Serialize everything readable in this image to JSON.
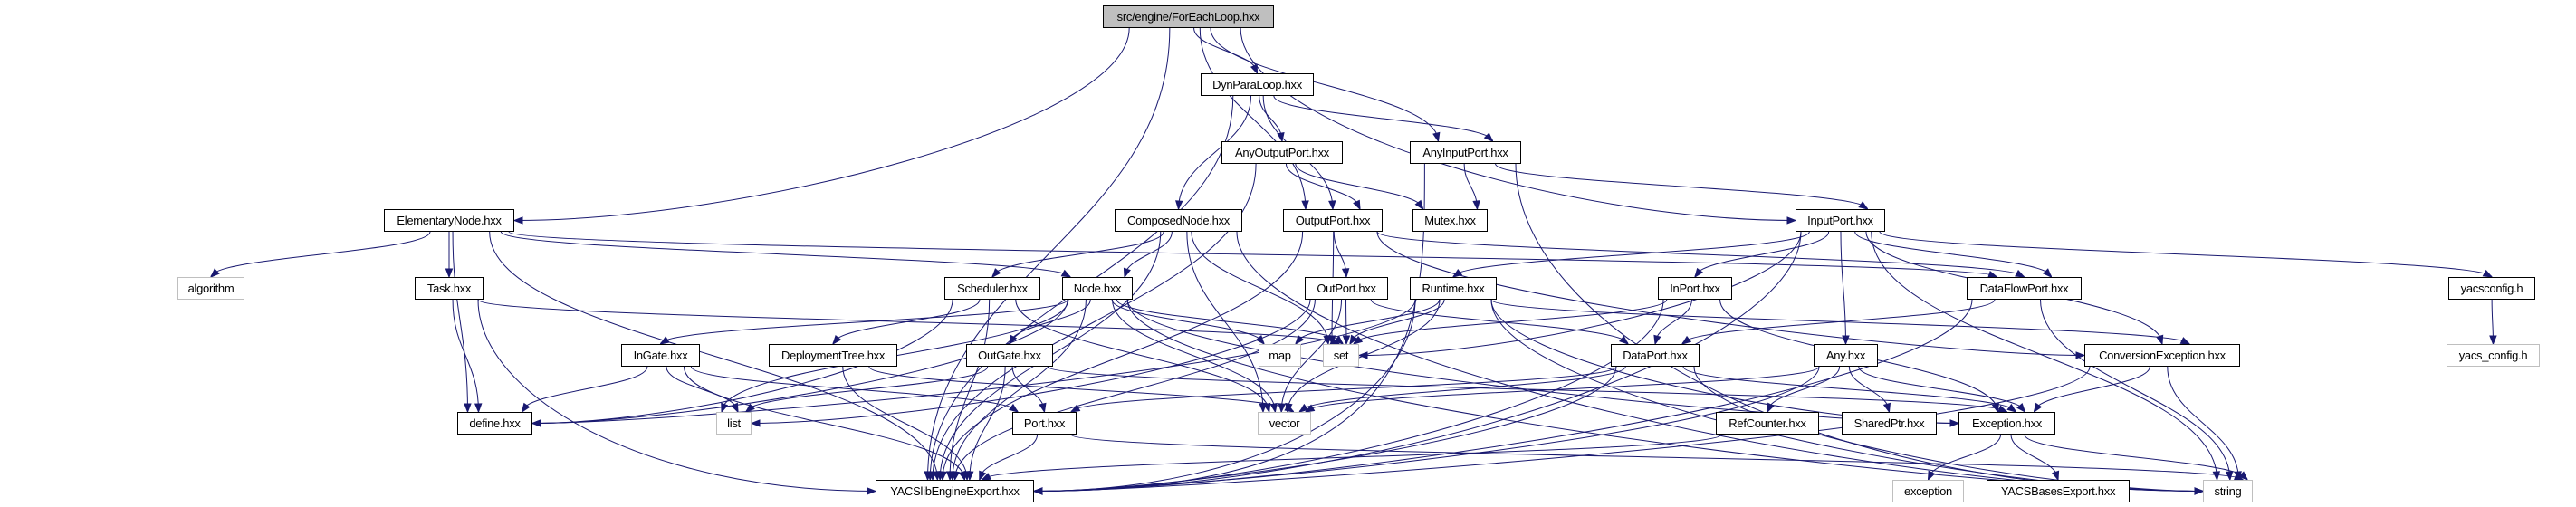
{
  "graph": {
    "title": "src/engine/ForEachLoop.hxx include dependency graph",
    "colors": {
      "edge": "#191970",
      "root_fill": "#bfbfbf",
      "node_border": "#000000",
      "external_border": "#bfbfbf"
    },
    "nodes": [
      {
        "id": "ForEachLoop",
        "label": "src/engine/ForEachLoop.hxx",
        "kind": "root"
      },
      {
        "id": "DynParaLoop",
        "label": "DynParaLoop.hxx",
        "kind": "documented"
      },
      {
        "id": "AnyOutputPort",
        "label": "AnyOutputPort.hxx",
        "kind": "documented"
      },
      {
        "id": "AnyInputPort",
        "label": "AnyInputPort.hxx",
        "kind": "documented"
      },
      {
        "id": "ElementaryNode",
        "label": "ElementaryNode.hxx",
        "kind": "documented"
      },
      {
        "id": "ComposedNode",
        "label": "ComposedNode.hxx",
        "kind": "documented"
      },
      {
        "id": "OutputPort",
        "label": "OutputPort.hxx",
        "kind": "documented"
      },
      {
        "id": "Mutex",
        "label": "Mutex.hxx",
        "kind": "documented"
      },
      {
        "id": "InputPort",
        "label": "InputPort.hxx",
        "kind": "documented"
      },
      {
        "id": "algorithm",
        "label": "algorithm",
        "kind": "external"
      },
      {
        "id": "Task",
        "label": "Task.hxx",
        "kind": "documented"
      },
      {
        "id": "Scheduler",
        "label": "Scheduler.hxx",
        "kind": "documented"
      },
      {
        "id": "Node",
        "label": "Node.hxx",
        "kind": "documented"
      },
      {
        "id": "OutPort",
        "label": "OutPort.hxx",
        "kind": "documented"
      },
      {
        "id": "Runtime",
        "label": "Runtime.hxx",
        "kind": "documented"
      },
      {
        "id": "InPort",
        "label": "InPort.hxx",
        "kind": "documented"
      },
      {
        "id": "DataFlowPort",
        "label": "DataFlowPort.hxx",
        "kind": "documented"
      },
      {
        "id": "yacsconfig",
        "label": "yacsconfig.h",
        "kind": "documented"
      },
      {
        "id": "InGate",
        "label": "InGate.hxx",
        "kind": "documented"
      },
      {
        "id": "DeploymentTree",
        "label": "DeploymentTree.hxx",
        "kind": "documented"
      },
      {
        "id": "OutGate",
        "label": "OutGate.hxx",
        "kind": "documented"
      },
      {
        "id": "map",
        "label": "map",
        "kind": "external"
      },
      {
        "id": "set",
        "label": "set",
        "kind": "external"
      },
      {
        "id": "DataPort",
        "label": "DataPort.hxx",
        "kind": "documented"
      },
      {
        "id": "Any",
        "label": "Any.hxx",
        "kind": "documented"
      },
      {
        "id": "ConversionException",
        "label": "ConversionException.hxx",
        "kind": "documented"
      },
      {
        "id": "yacs_config",
        "label": "yacs_config.h",
        "kind": "external"
      },
      {
        "id": "define",
        "label": "define.hxx",
        "kind": "documented"
      },
      {
        "id": "list",
        "label": "list",
        "kind": "external"
      },
      {
        "id": "Port",
        "label": "Port.hxx",
        "kind": "documented"
      },
      {
        "id": "vector",
        "label": "vector",
        "kind": "external"
      },
      {
        "id": "RefCounter",
        "label": "RefCounter.hxx",
        "kind": "documented"
      },
      {
        "id": "SharedPtr",
        "label": "SharedPtr.hxx",
        "kind": "documented"
      },
      {
        "id": "Exception",
        "label": "Exception.hxx",
        "kind": "documented"
      },
      {
        "id": "YACSlibEngineExport",
        "label": "YACSlibEngineExport.hxx",
        "kind": "documented"
      },
      {
        "id": "exception",
        "label": "exception",
        "kind": "external"
      },
      {
        "id": "YACSBasesExport",
        "label": "YACSBasesExport.hxx",
        "kind": "documented"
      },
      {
        "id": "string",
        "label": "string",
        "kind": "external"
      }
    ],
    "edges": [
      [
        "ForEachLoop",
        "DynParaLoop"
      ],
      [
        "ForEachLoop",
        "AnyInputPort"
      ],
      [
        "ForEachLoop",
        "ElementaryNode"
      ],
      [
        "ForEachLoop",
        "OutputPort"
      ],
      [
        "ForEachLoop",
        "InputPort"
      ],
      [
        "ForEachLoop",
        "YACSlibEngineExport"
      ],
      [
        "DynParaLoop",
        "AnyOutputPort"
      ],
      [
        "DynParaLoop",
        "AnyInputPort"
      ],
      [
        "DynParaLoop",
        "ComposedNode"
      ],
      [
        "DynParaLoop",
        "OutputPort"
      ],
      [
        "DynParaLoop",
        "YACSlibEngineExport"
      ],
      [
        "AnyOutputPort",
        "OutputPort"
      ],
      [
        "AnyOutputPort",
        "Mutex"
      ],
      [
        "AnyOutputPort",
        "YACSlibEngineExport"
      ],
      [
        "AnyInputPort",
        "InputPort"
      ],
      [
        "AnyInputPort",
        "Mutex"
      ],
      [
        "AnyInputPort",
        "YACSlibEngineExport"
      ],
      [
        "AnyInputPort",
        "string"
      ],
      [
        "ElementaryNode",
        "algorithm"
      ],
      [
        "ElementaryNode",
        "Task"
      ],
      [
        "ElementaryNode",
        "Node"
      ],
      [
        "ElementaryNode",
        "define"
      ],
      [
        "ElementaryNode",
        "YACSlibEngineExport"
      ],
      [
        "ElementaryNode",
        "DataFlowPort"
      ],
      [
        "ComposedNode",
        "Scheduler"
      ],
      [
        "ComposedNode",
        "Node"
      ],
      [
        "ComposedNode",
        "set"
      ],
      [
        "ComposedNode",
        "vector"
      ],
      [
        "ComposedNode",
        "YACSlibEngineExport"
      ],
      [
        "ComposedNode",
        "string"
      ],
      [
        "OutputPort",
        "OutPort"
      ],
      [
        "OutputPort",
        "set"
      ],
      [
        "OutputPort",
        "DataFlowPort"
      ],
      [
        "OutputPort",
        "ConversionException"
      ],
      [
        "OutputPort",
        "YACSlibEngineExport"
      ],
      [
        "InputPort",
        "InPort"
      ],
      [
        "InputPort",
        "DataFlowPort"
      ],
      [
        "InputPort",
        "Runtime"
      ],
      [
        "InputPort",
        "ConversionException"
      ],
      [
        "InputPort",
        "yacsconfig"
      ],
      [
        "InputPort",
        "Any"
      ],
      [
        "InputPort",
        "string"
      ],
      [
        "InputPort",
        "YACSlibEngineExport"
      ],
      [
        "InputPort",
        "set"
      ],
      [
        "Task",
        "define"
      ],
      [
        "Task",
        "YACSlibEngineExport"
      ],
      [
        "Task",
        "set"
      ],
      [
        "Scheduler",
        "DeploymentTree"
      ],
      [
        "Scheduler",
        "define"
      ],
      [
        "Scheduler",
        "vector"
      ],
      [
        "Scheduler",
        "YACSlibEngineExport"
      ],
      [
        "Node",
        "InGate"
      ],
      [
        "Node",
        "OutGate"
      ],
      [
        "Node",
        "map"
      ],
      [
        "Node",
        "set"
      ],
      [
        "Node",
        "list"
      ],
      [
        "Node",
        "vector"
      ],
      [
        "Node",
        "define"
      ],
      [
        "Node",
        "Exception"
      ],
      [
        "Node",
        "string"
      ],
      [
        "Node",
        "YACSlibEngineExport"
      ],
      [
        "OutPort",
        "DataPort"
      ],
      [
        "OutPort",
        "set"
      ],
      [
        "OutPort",
        "list"
      ],
      [
        "OutPort",
        "vector"
      ],
      [
        "OutPort",
        "YACSlibEngineExport"
      ],
      [
        "Runtime",
        "set"
      ],
      [
        "Runtime",
        "map"
      ],
      [
        "Runtime",
        "vector"
      ],
      [
        "Runtime",
        "ConversionException"
      ],
      [
        "Runtime",
        "Exception"
      ],
      [
        "Runtime",
        "string"
      ],
      [
        "Runtime",
        "YACSlibEngineExport"
      ],
      [
        "Runtime",
        "define"
      ],
      [
        "InPort",
        "DataPort"
      ],
      [
        "InPort",
        "set"
      ],
      [
        "InPort",
        "YACSlibEngineExport"
      ],
      [
        "InPort",
        "Exception"
      ],
      [
        "DataFlowPort",
        "DataPort"
      ],
      [
        "DataFlowPort",
        "string"
      ],
      [
        "DataFlowPort",
        "YACSlibEngineExport"
      ],
      [
        "yacsconfig",
        "yacs_config"
      ],
      [
        "InGate",
        "Port"
      ],
      [
        "InGate",
        "list"
      ],
      [
        "InGate",
        "define"
      ],
      [
        "InGate",
        "YACSlibEngineExport"
      ],
      [
        "DeploymentTree",
        "vector"
      ],
      [
        "DeploymentTree",
        "YACSlibEngineExport"
      ],
      [
        "OutGate",
        "Port"
      ],
      [
        "OutGate",
        "list"
      ],
      [
        "OutGate",
        "Exception"
      ],
      [
        "OutGate",
        "YACSlibEngineExport"
      ],
      [
        "DataPort",
        "Port"
      ],
      [
        "DataPort",
        "vector"
      ],
      [
        "DataPort",
        "Exception"
      ],
      [
        "DataPort",
        "string"
      ],
      [
        "DataPort",
        "YACSlibEngineExport"
      ],
      [
        "Any",
        "RefCounter"
      ],
      [
        "Any",
        "SharedPtr"
      ],
      [
        "Any",
        "Exception"
      ],
      [
        "Any",
        "vector"
      ],
      [
        "Any",
        "YACSlibEngineExport"
      ],
      [
        "ConversionException",
        "Exception"
      ],
      [
        "ConversionException",
        "string"
      ],
      [
        "ConversionException",
        "YACSlibEngineExport"
      ],
      [
        "Port",
        "YACSlibEngineExport"
      ],
      [
        "Port",
        "string"
      ],
      [
        "RefCounter",
        "YACSlibEngineExport"
      ],
      [
        "Exception",
        "exception"
      ],
      [
        "Exception",
        "YACSBasesExport"
      ],
      [
        "Exception",
        "string"
      ]
    ]
  }
}
